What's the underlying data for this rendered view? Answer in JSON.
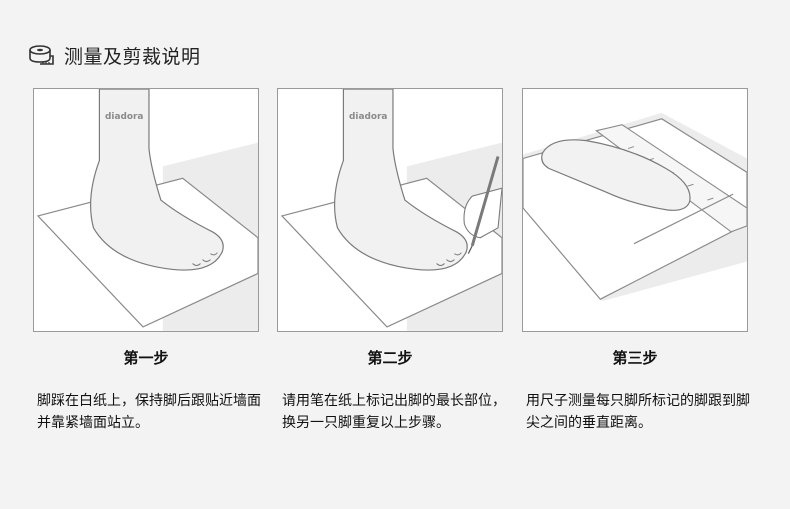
{
  "header": {
    "title": "测量及剪裁说明",
    "icon": "tape-measure-icon"
  },
  "steps": [
    {
      "title": "第一步",
      "description": "脚踩在白纸上，保持脚后跟贴近墙面并靠紧墙面站立。"
    },
    {
      "title": "第二步",
      "description": "请用笔在纸上标记出脚的最长部位，换另一只脚重复以上步骤。"
    },
    {
      "title": "第三步",
      "description": "用尺子测量每只脚所标记的脚跟到脚尖之间的垂直距离。"
    }
  ],
  "brand": "diadora",
  "colors": {
    "background": "#f3f3f3",
    "panel_border": "#9a9a9a",
    "line_art": "#7a7a7a",
    "foot_fill": "#f1f1f1",
    "wall_shade": "#ececec"
  }
}
